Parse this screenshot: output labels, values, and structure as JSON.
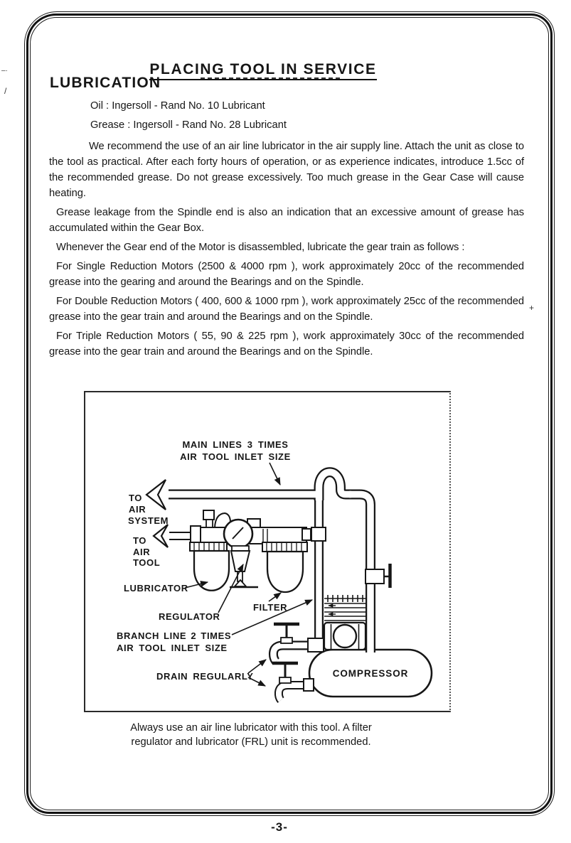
{
  "page": {
    "title": "PLACING TOOL IN SERVICE",
    "heading": "LUBRICATION",
    "lubricant_oil": "Oil : Ingersoll - Rand No. 10 Lubricant",
    "lubricant_grease": "Grease : Ingersoll - Rand No. 28 Lubricant",
    "paragraphs": [
      "We recommend the use of an air line lubricator in the air supply line. Attach the unit as close to the tool as practical. After each forty hours of operation, or as experience indicates, introduce 1.5cc of the recommended grease. Do not grease excessively. Too much grease in the Gear Case will cause heating.",
      "Grease leakage from the Spindle  end is also an indication that an excessive amount of grease has accumulated within the Gear Box.",
      "Whenever the Gear end of the Motor is disassembled, lubricate the gear train as follows :",
      "For Single Reduction Motors (2500 & 4000 rpm ), work approximately 20cc of the recommended grease into the gearing and around the Bearings and on the Spindle.",
      "For Double Reduction Motors ( 400, 600 & 1000 rpm ), work approximately 25cc of the recommended grease into the gear train and around the Bearings and on the Spindle.",
      "For Triple Reduction Motors ( 55, 90 & 225 rpm ), work approximately 30cc of the recommended grease into the gear train and around the Bearings and on the Spindle."
    ],
    "caption": [
      "Always use an air line lubricator with this tool. A filter",
      "regulator and lubricator (FRL) unit is recommended."
    ],
    "page_number": "-3-"
  },
  "diagram": {
    "labels": {
      "main_line_1": "MAIN LINES 3 TIMES",
      "main_line_2": "AIR TOOL INLET SIZE",
      "to_air_system_1": "TO",
      "to_air_system_2": "AIR",
      "to_air_system_3": "SYSTEM",
      "to_air_tool_1": "TO",
      "to_air_tool_2": "AIR",
      "to_air_tool_3": "TOOL",
      "lubricator": "LUBRICATOR",
      "regulator": "REGULATOR",
      "filter": "FILTER",
      "branch_line_1": "BRANCH LINE 2 TIMES",
      "branch_line_2": "AIR TOOL INLET SIZE",
      "drain": "DRAIN REGULARLY",
      "compressor": "COMPRESSOR"
    },
    "ink_color": "#161616",
    "paper_color": "#ffffff"
  },
  "artifacts": {
    "left1": "–·",
    "left2": "/",
    "right1": "+"
  }
}
